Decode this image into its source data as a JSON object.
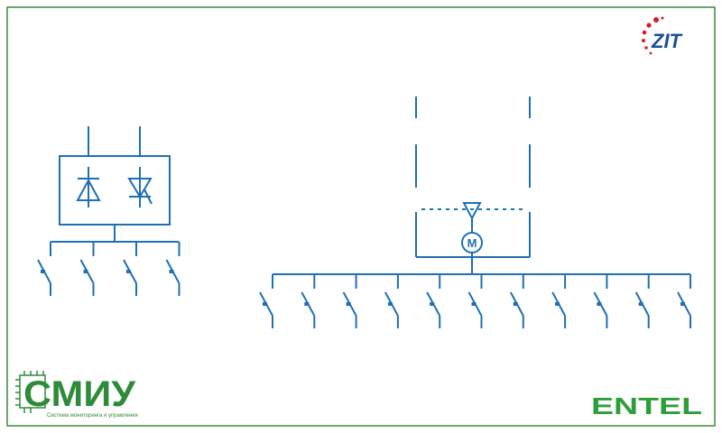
{
  "colors": {
    "frame": "#3a8a3a",
    "line": "#1f6fb5",
    "zit_text": "#1a4f9c",
    "zit_dots": "#d42020",
    "smiu_green": "#2e8b3a",
    "entel_green": "#2e9e3a"
  },
  "logos": {
    "zit": {
      "text": "ZIT",
      "icon": "zit-dots-icon"
    },
    "smiu": {
      "title": "СМИУ",
      "subtitle": "Система мониторинга и управления",
      "icon": "chip-icon"
    },
    "entel": {
      "text": "ENTEL"
    }
  },
  "diagram": {
    "motor_label": "M",
    "left_block_elements": [
      "diode-symbol",
      "thyristor-symbol"
    ],
    "left_breakers_count": 4,
    "right_breakers_count": 11
  }
}
